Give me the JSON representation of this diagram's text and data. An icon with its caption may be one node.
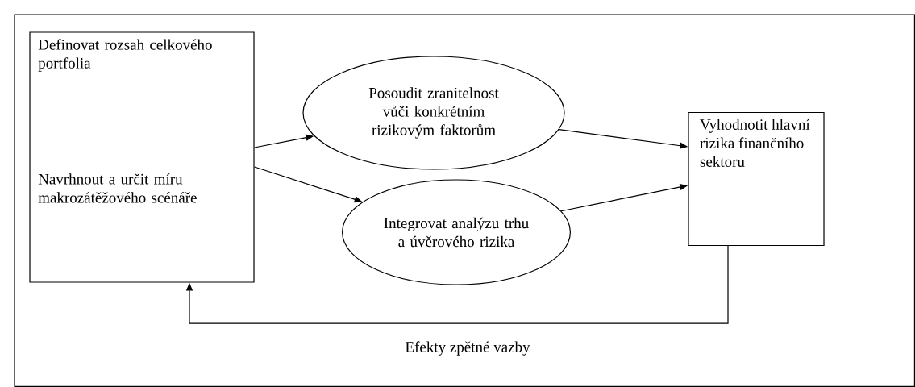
{
  "diagram": {
    "nodes": [
      {
        "text": [
          "Definovat rozsah celkového portfolia",
          "Navrhnout a určit míru makrozátěžového scénáře"
        ]
      },
      {
        "text": [
          "Posoudit zranitelnost vůči konkrétním rizikovým faktorům"
        ]
      },
      {
        "text": [
          "Integrovat analýzu trhu a úvěrového rizika"
        ]
      },
      {
        "text": [
          "Vyhodnotit hlavní rizika finančního sektoru"
        ]
      }
    ],
    "edges": [
      {
        "from": 0,
        "to": 1,
        "arrow": "to"
      },
      {
        "from": 0,
        "to": 2,
        "arrow": "to"
      },
      {
        "from": 1,
        "to": 3,
        "arrow": "to"
      },
      {
        "from": 2,
        "to": 3,
        "arrow": "to"
      },
      {
        "from": 3,
        "to": 0,
        "arrow": "to",
        "label": "Efekty zpětné vazby"
      }
    ]
  }
}
